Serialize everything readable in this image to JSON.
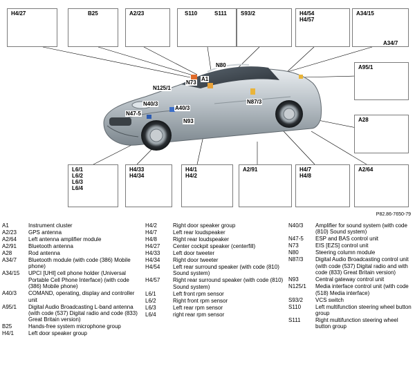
{
  "callouts": {
    "top": [
      "H4/27",
      "B25",
      "A2/23",
      "S110",
      "S111",
      "S93/2",
      "H4/54\nH4/57",
      "A34/15",
      "A34/7"
    ],
    "right": [
      "A95/1",
      "A28"
    ],
    "bottom": [
      "L6/1\nL6/2\nL6/3\nL6/4",
      "H4/33\nH4/34",
      "H4/1\nH4/2",
      "A2/91",
      "H4/7\nH4/8",
      "A2/64"
    ]
  },
  "car_labels": [
    "N80",
    "A1",
    "N73",
    "N125/1",
    "N40/3",
    "A40/3",
    "N47-5",
    "N87/3",
    "N93"
  ],
  "figure_ref": "P82.86-7650-79",
  "legend": {
    "col1": [
      {
        "code": "A1",
        "desc": "Instrument cluster"
      },
      {
        "code": "A2/23",
        "desc": "GPS antenna"
      },
      {
        "code": "A2/64",
        "desc": "Left antenna amplifier module"
      },
      {
        "code": "A2/91",
        "desc": "Bluetooth antenna"
      },
      {
        "code": "A28",
        "desc": "Rod antenna"
      },
      {
        "code": "A34/7",
        "desc": "Bluetooth module (with code (386) Mobile phone)"
      },
      {
        "code": "A34/15",
        "desc": "UPCI [UHI] cell phone holder (Universal Portable Cell Phone Interface) (with code (386) Mobile phone)"
      },
      {
        "code": "A40/3",
        "desc": "COMAND, operating, display and controller unit"
      },
      {
        "code": "A95/1",
        "desc": "Digital Audio Broadcasting L-band antenna (with code (537) Digital radio and code (833) Great Britain version)"
      },
      {
        "code": "B25",
        "desc": "Hands-free system microphone group"
      },
      {
        "code": "H4/1",
        "desc": "Left door speaker group"
      }
    ],
    "col2": [
      {
        "code": "H4/2",
        "desc": "Right door speaker group"
      },
      {
        "code": "H4/7",
        "desc": "Left rear loudspeaker"
      },
      {
        "code": "H4/8",
        "desc": "Right rear loudspeaker"
      },
      {
        "code": "H4/27",
        "desc": "Center cockpit speaker (centerfill)"
      },
      {
        "code": "H4/33",
        "desc": "Left door tweeter"
      },
      {
        "code": "H4/34",
        "desc": "Right door tweeter"
      },
      {
        "code": "H4/54",
        "desc": "Left rear surround speaker (with code (810) Sound system)"
      },
      {
        "code": "H4/57",
        "desc": "Right rear surround speaker (with code (810) Sound system)"
      },
      {
        "code": "L6/1",
        "desc": "Left front rpm sensor"
      },
      {
        "code": "L6/2",
        "desc": "Right front rpm sensor"
      },
      {
        "code": "L6/3",
        "desc": "Left rear rpm sensor"
      },
      {
        "code": "L6/4",
        "desc": "right rear rpm sensor"
      }
    ],
    "col3": [
      {
        "code": "N40/3",
        "desc": "Amplifier for sound system (with code (810) Sound system)"
      },
      {
        "code": "N47-5",
        "desc": "ESP and BAS control unit"
      },
      {
        "code": "N73",
        "desc": "EIS [EZS] control unit"
      },
      {
        "code": "N80",
        "desc": "Steering column module"
      },
      {
        "code": "N87/3",
        "desc": "Digital Audio Broadcasting control unit (with code (537) Digital radio and with code (833) Great Britain version)"
      },
      {
        "code": "N93",
        "desc": "Central gateway control unit"
      },
      {
        "code": "N125/1",
        "desc": "Media interface control unit (with code (518) Media interface)"
      },
      {
        "code": "S93/2",
        "desc": "VCS switch"
      },
      {
        "code": "S110",
        "desc": "Left multifunction steering wheel button group"
      },
      {
        "code": "S111",
        "desc": "Right multifunction steering wheel button group"
      }
    ]
  }
}
